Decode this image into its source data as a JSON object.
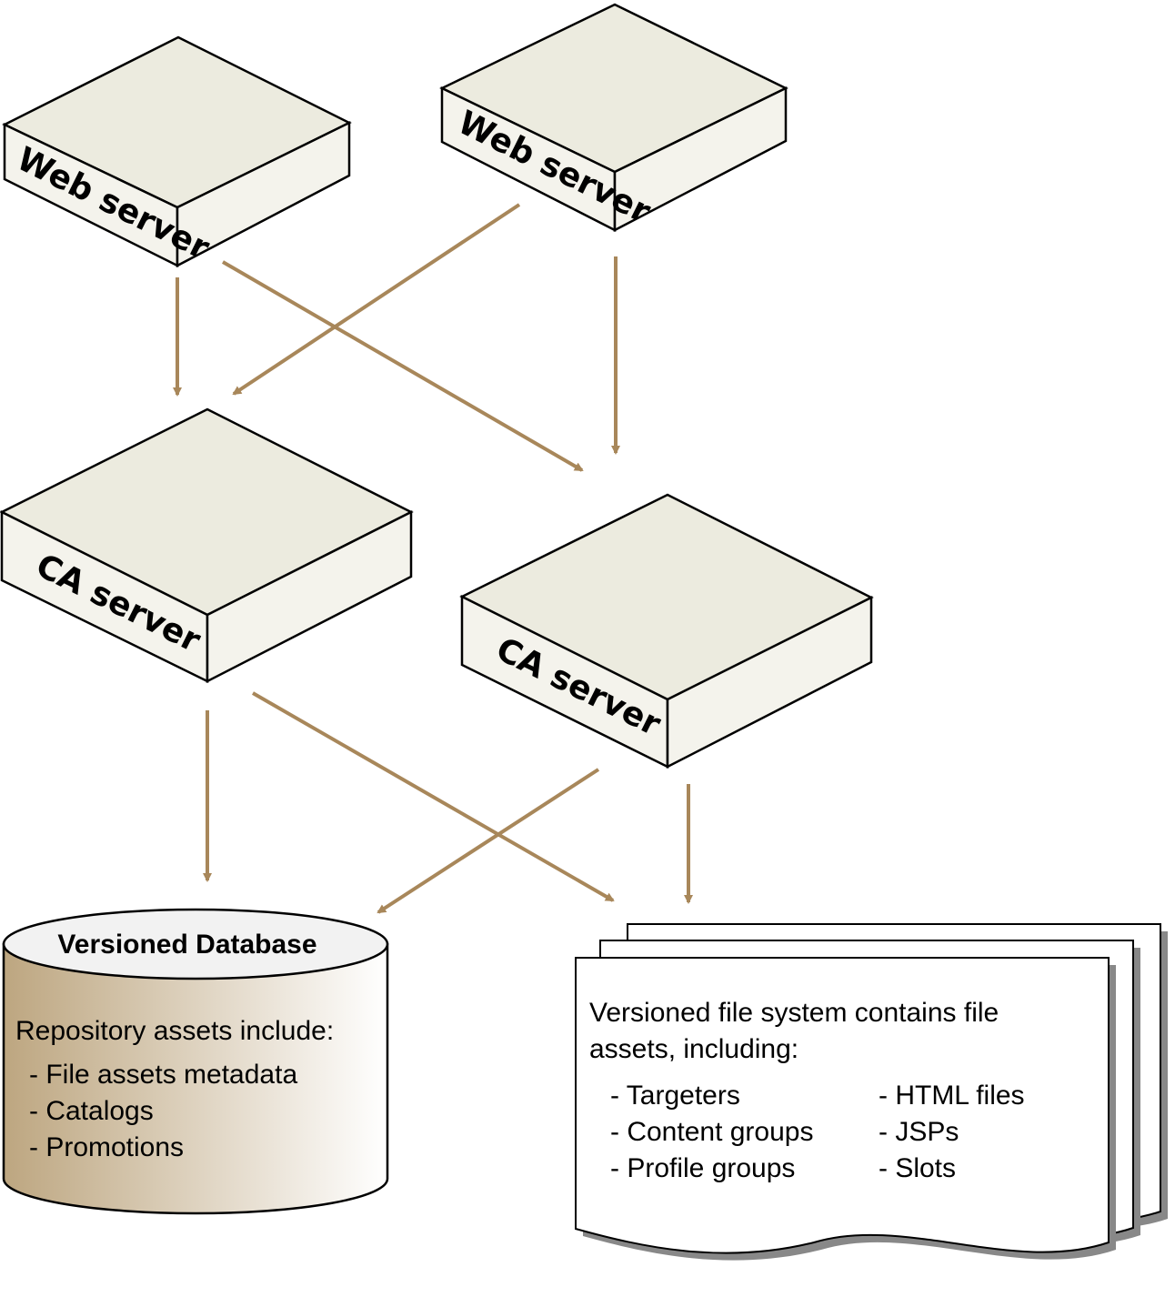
{
  "colors": {
    "arrow": "#a8875a",
    "box_top": "#ecebdf",
    "box_face": "#f4f3ec",
    "box_stroke": "#000000",
    "db_top": "#f2f2f2",
    "db_gradient_start": "#bda680",
    "db_gradient_end": "#ffffff",
    "doc_shadow": "#888888"
  },
  "servers": {
    "web_left": "Web server",
    "web_right": "Web server",
    "ca_left": "CA server",
    "ca_right": "CA server"
  },
  "database": {
    "title": "Versioned Database",
    "heading": "Repository assets include:",
    "items": [
      "- File assets metadata",
      "- Catalogs",
      "- Promotions"
    ]
  },
  "file_system": {
    "line1": "Versioned file system contains file",
    "line2": "assets, including:",
    "col1": [
      "- Targeters",
      "- Content groups",
      "- Profile groups"
    ],
    "col2": [
      "- HTML files",
      "- JSPs",
      "- Slots"
    ]
  }
}
